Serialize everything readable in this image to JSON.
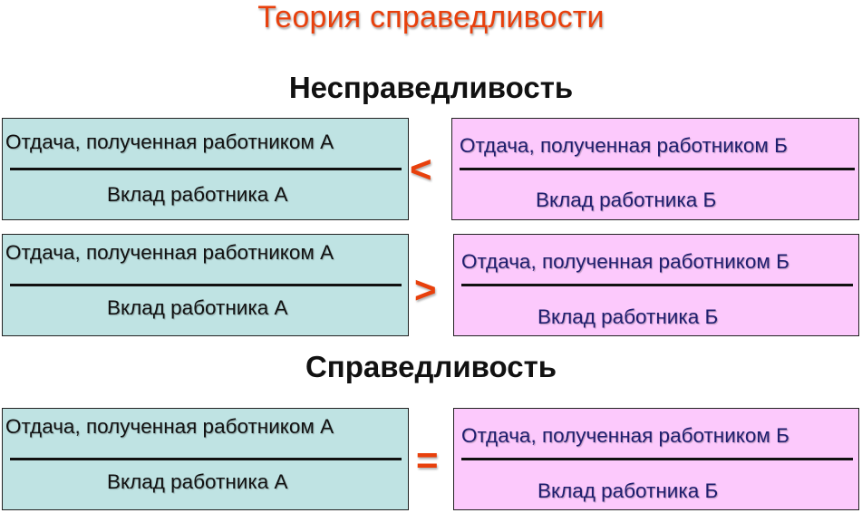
{
  "title": "Теория справедливости",
  "sections": {
    "unfair": "Несправедливость",
    "fair": "Справедливость"
  },
  "worker_a": {
    "outcome": "Отдача, полученная работником А",
    "input": "Вклад работника А"
  },
  "worker_b": {
    "outcome": "Отдача, полученная работником Б",
    "input": "Вклад работника Б"
  },
  "operators": [
    "<",
    ">",
    "="
  ],
  "colors": {
    "title": "#e8400c",
    "box_a": "#bfe3e3",
    "box_b": "#fcc9fc",
    "operator": "#e8400c",
    "text_b": "#1e1e6e"
  }
}
